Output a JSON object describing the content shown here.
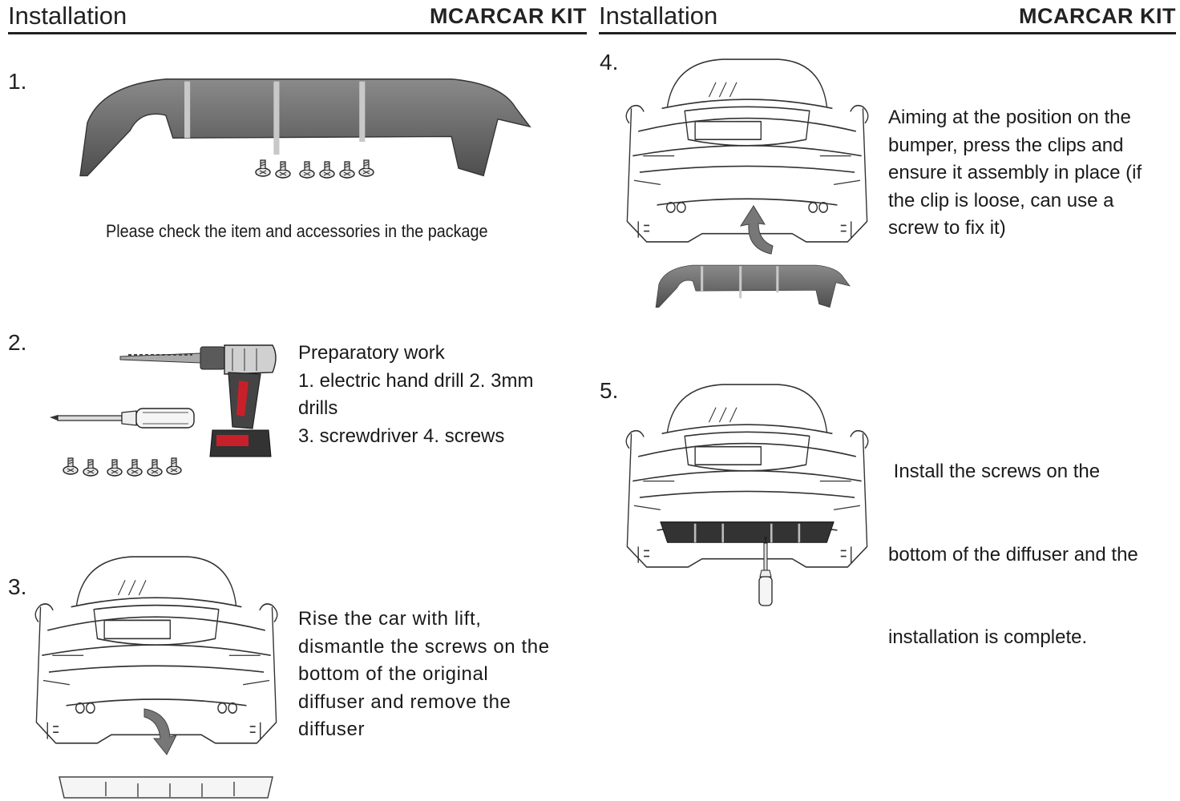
{
  "header": {
    "left": {
      "title": "Installation",
      "brand": "MCARCAR KIT"
    },
    "right": {
      "title": "Installation",
      "brand": "MCARCAR KIT"
    }
  },
  "steps": [
    {
      "number": "1.",
      "caption": "Please check  the item and accessories in the package"
    },
    {
      "number": "2.",
      "lines": [
        "Preparatory work",
        "1. electric hand drill  2. 3mm",
        "drills",
        "3. screwdriver   4. screws"
      ]
    },
    {
      "number": "3.",
      "lines": [
        "Rise the car with lift,",
        "dismantle the screws on the",
        "bottom of the original",
        "diffuser and remove the",
        "diffuser"
      ]
    },
    {
      "number": "4.",
      "lines": [
        "Aiming at the position on the",
        "bumper, press the clips and",
        "ensure it assembly in place (if",
        "the clip is loose, can use a",
        "screw to fix it)"
      ]
    },
    {
      "number": "5.",
      "lines": [
        " Install the screws on the",
        "bottom of the diffuser and the",
        "installation is complete."
      ]
    }
  ],
  "colors": {
    "diffuser": "#5a5a5a",
    "diffuser_light": "#9a9a9a",
    "rule": "#222222",
    "drill_red": "#c8202a",
    "car_line": "#333333"
  },
  "icons": [
    "diffuser-illustration",
    "screw-icon",
    "drill-icon",
    "screwdriver-icon",
    "car-rear-illustration",
    "arrow-icon"
  ]
}
